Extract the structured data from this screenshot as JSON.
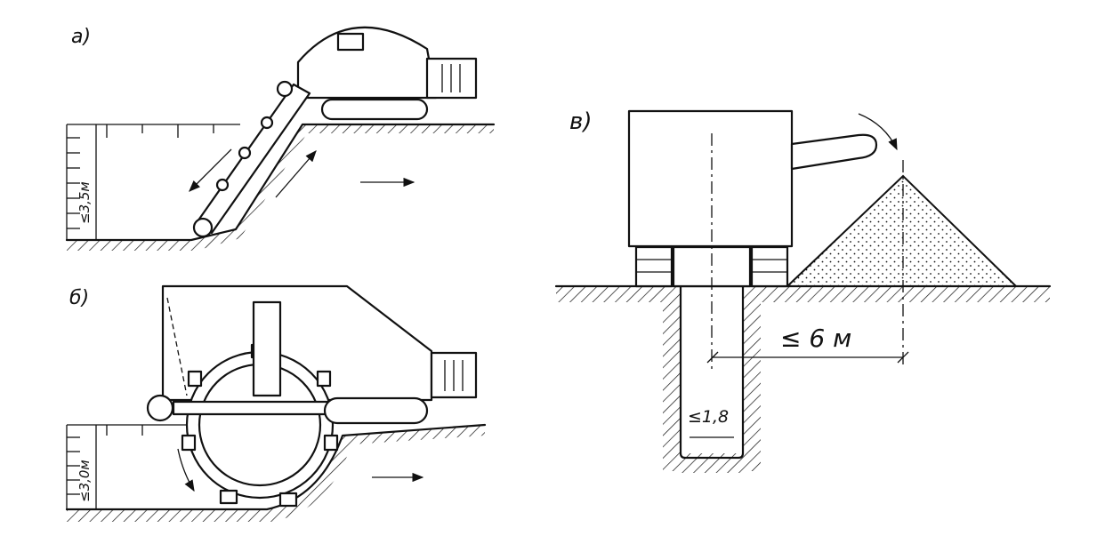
{
  "panels": {
    "a": {
      "label": "a)",
      "depth_label": "≤3,5м"
    },
    "b": {
      "label": "б)",
      "depth_label": "≤3,0м"
    },
    "v": {
      "label": "в)",
      "width_label": "≤1,8",
      "distance_label": "≤ 6 м"
    }
  }
}
